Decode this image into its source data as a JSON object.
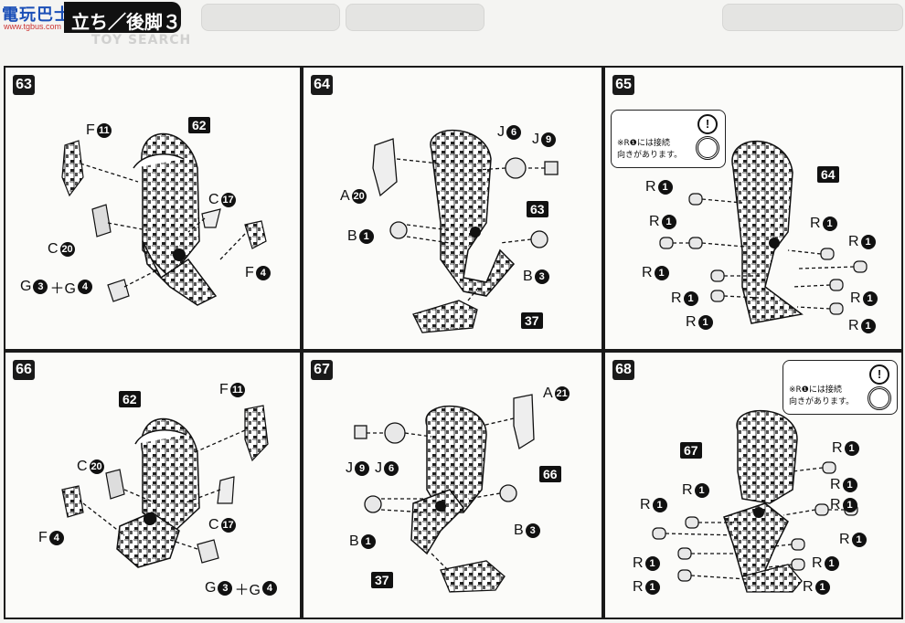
{
  "header": {
    "logo_text": "電玩巴士",
    "logo_sub": "www.tgbus.com",
    "title": "立ち／後脚３",
    "watermark": "TOY SEARCH"
  },
  "panels": [
    {
      "step": "63",
      "labels": [
        {
          "letter": "F",
          "num": "11"
        },
        {
          "letter": "C",
          "num": "17"
        },
        {
          "letter": "C",
          "num": "20"
        },
        {
          "letter": "F",
          "num": "4"
        },
        {
          "text": "G",
          "num": "3",
          "text2": "＋G",
          "num2": "4"
        }
      ],
      "box_label": "62"
    },
    {
      "step": "64",
      "labels": [
        {
          "letter": "J",
          "num": "6"
        },
        {
          "letter": "J",
          "num": "9"
        },
        {
          "letter": "A",
          "num": "20"
        },
        {
          "letter": "B",
          "num": "1"
        },
        {
          "letter": "B",
          "num": "3"
        }
      ],
      "box_labels": [
        "63",
        "37"
      ]
    },
    {
      "step": "65",
      "note": {
        "line1": "※R❶には接続",
        "line2": "向きがあります。"
      },
      "labels": [
        {
          "letter": "R",
          "num": "1"
        },
        {
          "letter": "R",
          "num": "1"
        },
        {
          "letter": "R",
          "num": "1"
        },
        {
          "letter": "R",
          "num": "1"
        },
        {
          "letter": "R",
          "num": "1"
        },
        {
          "letter": "R",
          "num": "1"
        },
        {
          "letter": "R",
          "num": "1"
        },
        {
          "letter": "R",
          "num": "1"
        },
        {
          "letter": "R",
          "num": "1"
        }
      ],
      "box_label": "64"
    },
    {
      "step": "66",
      "labels": [
        {
          "letter": "F",
          "num": "11"
        },
        {
          "letter": "C",
          "num": "20"
        },
        {
          "letter": "F",
          "num": "4"
        },
        {
          "letter": "C",
          "num": "17"
        },
        {
          "text": "G",
          "num": "3",
          "text2": "＋G",
          "num2": "4"
        }
      ],
      "box_label": "62"
    },
    {
      "step": "67",
      "labels": [
        {
          "letter": "A",
          "num": "21"
        },
        {
          "letter": "J",
          "num": "9"
        },
        {
          "letter": "J",
          "num": "6"
        },
        {
          "letter": "B",
          "num": "3"
        },
        {
          "letter": "B",
          "num": "1"
        }
      ],
      "box_labels": [
        "66",
        "37"
      ]
    },
    {
      "step": "68",
      "note": {
        "line1": "※R❶には接続",
        "line2": "向きがあります。"
      },
      "labels": [
        {
          "letter": "R",
          "num": "1"
        },
        {
          "letter": "R",
          "num": "1"
        },
        {
          "letter": "R",
          "num": "1"
        },
        {
          "letter": "R",
          "num": "1"
        },
        {
          "letter": "R",
          "num": "1"
        },
        {
          "letter": "R",
          "num": "1"
        },
        {
          "letter": "R",
          "num": "1"
        },
        {
          "letter": "R",
          "num": "1"
        },
        {
          "letter": "R",
          "num": "1"
        },
        {
          "letter": "R",
          "num": "1"
        }
      ],
      "box_label": "67"
    }
  ]
}
